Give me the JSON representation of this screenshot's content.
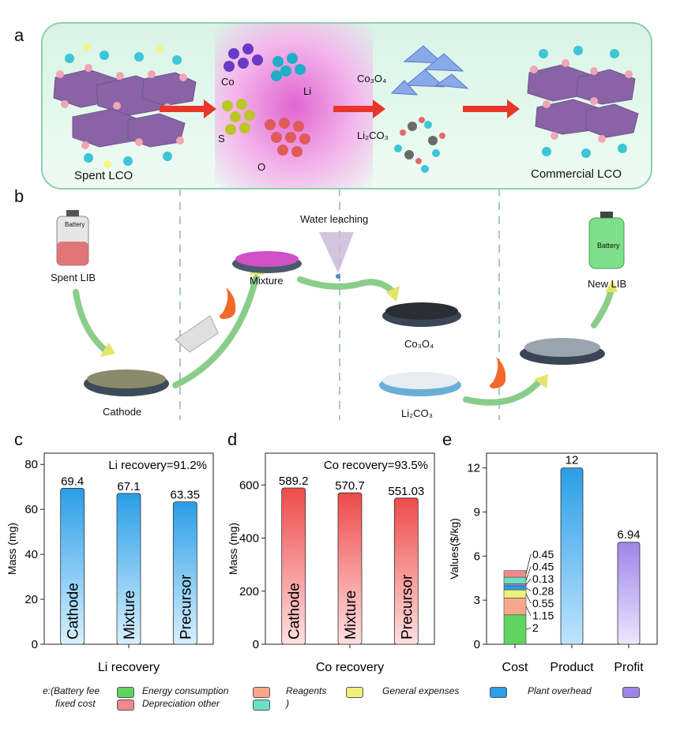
{
  "panels": {
    "a": "a",
    "b": "b",
    "c": "c",
    "d": "d",
    "e": "e"
  },
  "schematic_a": {
    "spent": "Spent LCO",
    "commercial": "Commercial LCO",
    "co": "Co",
    "li": "Li",
    "s": "S",
    "o": "O",
    "co3o4": "Co₃O₄",
    "li2co3": "Li₂CO₃"
  },
  "schematic_b": {
    "spent_lib": "Spent LIB",
    "cathode": "Cathode",
    "mixture": "Mixture",
    "water": "Water leaching",
    "co3o4": "Co₃O₄",
    "li2co3": "Li₂CO₃",
    "new_lib": "New LIB",
    "battery": "Battery"
  },
  "colors": {
    "blue": "#2a9ee6",
    "red": "#ee4a4a",
    "green": "#5fd45f",
    "salmon": "#f7a88c",
    "yellow": "#eef07a",
    "cyan": "#6be0c4",
    "purple": "#9e86e8",
    "pink": "#f08a8a",
    "frame": "#8fcfae"
  },
  "chart_data": [
    {
      "type": "bar",
      "id": "c",
      "categories": [
        "Cathode",
        "Mixture",
        "Precursor"
      ],
      "values": [
        69.4,
        67.1,
        63.35
      ],
      "value_labels": [
        "69.4",
        "67.1",
        "63.35"
      ],
      "xlabel": "Li recovery",
      "ylabel": "Mass (mg)",
      "ylim": [
        0,
        85
      ],
      "yticks": [
        "0",
        "20",
        "40",
        "60",
        "80"
      ],
      "annotation": "Li recovery=91.2%"
    },
    {
      "type": "bar",
      "id": "d",
      "categories": [
        "Cathode",
        "Mixture",
        "Precursor"
      ],
      "values": [
        589.2,
        570.7,
        551.03
      ],
      "value_labels": [
        "589.2",
        "570.7",
        "551.03"
      ],
      "xlabel": "Co recovery",
      "ylabel": "Mass (mg)",
      "ylim": [
        0,
        720
      ],
      "yticks": [
        "0",
        "200",
        "400",
        "600"
      ],
      "annotation": "Co recovery=93.5%"
    },
    {
      "type": "bar",
      "id": "e",
      "categories": [
        "Cost",
        "Product",
        "Profit"
      ],
      "ylabel": "Values($/kg)",
      "ylim": [
        0,
        13
      ],
      "yticks": [
        "0",
        "3",
        "6",
        "9",
        "12"
      ],
      "cost_stack": [
        {
          "name": "Energy consumption",
          "value": 2,
          "label": "2"
        },
        {
          "name": "Reagents",
          "value": 1.15,
          "label": "1.15"
        },
        {
          "name": "General expenses",
          "value": 0.55,
          "label": "0.55"
        },
        {
          "name": "Plant overhead",
          "value": 0.28,
          "label": "0.28"
        },
        {
          "name": "fixed cost",
          "value": 0.13,
          "label": "0.13"
        },
        {
          "name": ")",
          "value": 0.45,
          "label": "0.45"
        },
        {
          "name": "Depreciation other",
          "value": 0.45,
          "label": "0.45"
        }
      ],
      "product": {
        "value": 12,
        "label": "12"
      },
      "profit": {
        "value": 6.94,
        "label": "6.94"
      }
    }
  ],
  "legend": {
    "prefix": "e:(Battery fee",
    "prefix2": "fixed cost",
    "items": [
      {
        "label": "Energy consumption"
      },
      {
        "label": "Reagents"
      },
      {
        "label": "General expenses"
      },
      {
        "label": "Plant overhead"
      },
      {
        "label": "Depreciation other"
      },
      {
        "label": ")"
      }
    ]
  }
}
